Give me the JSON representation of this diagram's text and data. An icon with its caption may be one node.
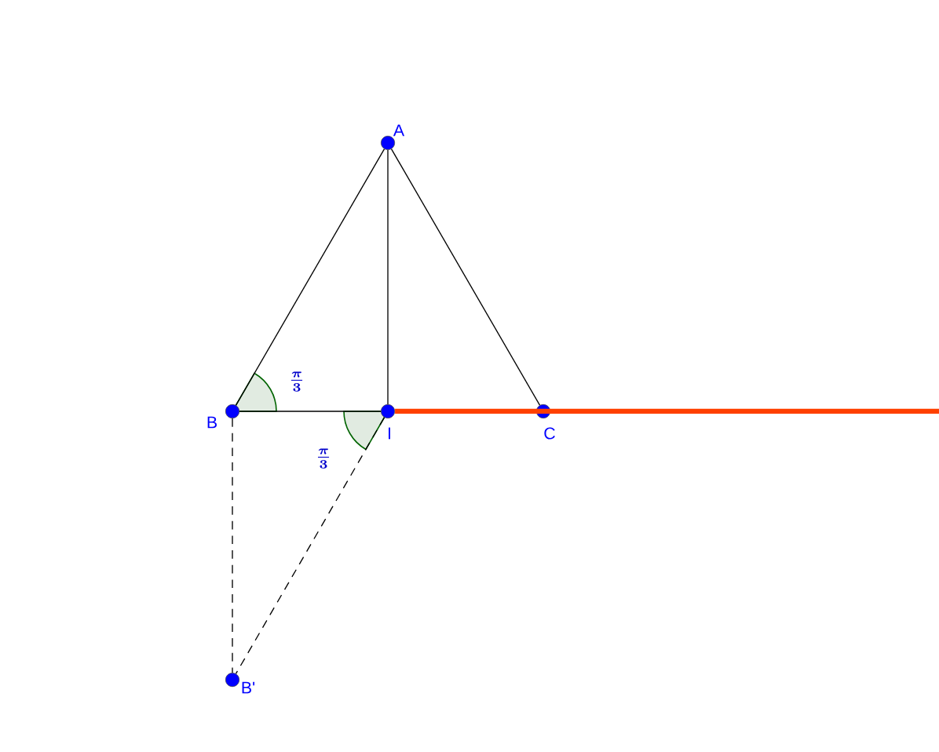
{
  "diagram": {
    "nodes": [
      {
        "text": [],
        "shape": "circle",
        "beside": [
          "A"
        ]
      },
      {
        "text": [],
        "shape": "circle",
        "beside": [
          "B"
        ]
      },
      {
        "text": [],
        "shape": "circle",
        "beside": [
          "I"
        ]
      },
      {
        "text": [],
        "shape": "circle",
        "beside": [
          "C"
        ]
      },
      {
        "text": [],
        "shape": "circle",
        "beside": [
          "B'"
        ]
      }
    ],
    "edges": [
      {
        "from": 0,
        "to": 1,
        "arrow": "none"
      },
      {
        "from": 0,
        "to": 2,
        "arrow": "none"
      },
      {
        "from": 0,
        "to": 3,
        "arrow": "none"
      },
      {
        "from": 1,
        "to": 2,
        "arrow": "none"
      },
      {
        "from": 2,
        "to": null,
        "arrow": "none",
        "style": "thick",
        "color": "#ff4000"
      },
      {
        "from": 1,
        "to": 4,
        "arrow": "none",
        "style": "dashed"
      },
      {
        "from": 2,
        "to": 4,
        "arrow": "none",
        "style": "dashed"
      }
    ],
    "labels": [
      "\\frac{\\pi}{3}",
      "\\frac{\\pi}{3}"
    ]
  }
}
